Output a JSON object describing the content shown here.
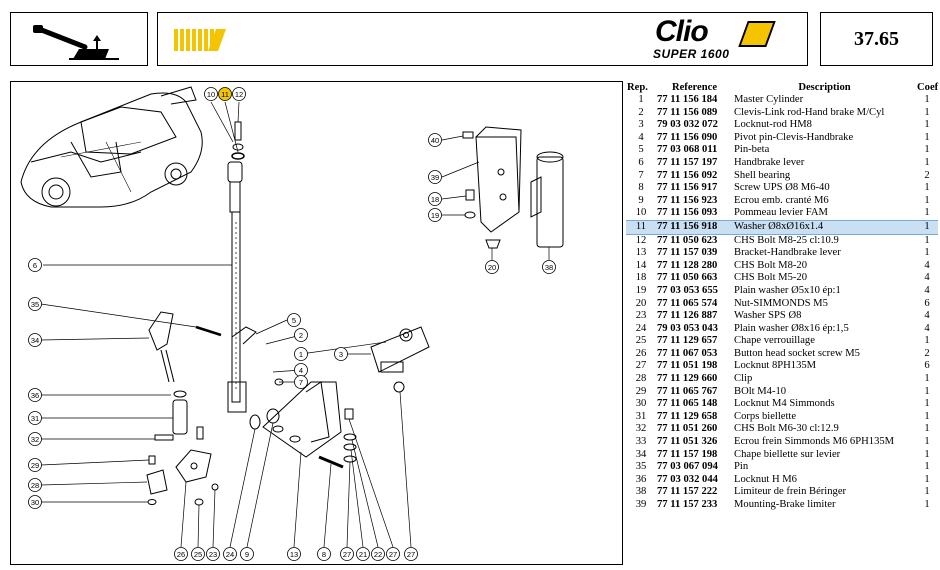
{
  "header": {
    "logo_main": "Clio",
    "logo_sub": "SUPER 1600",
    "page_number": "37.65",
    "accent_color": "#f5c400"
  },
  "diagram": {
    "callouts": [
      "10",
      "11",
      "12",
      "40",
      "39",
      "18",
      "19",
      "20",
      "38",
      "6",
      "5",
      "2",
      "1",
      "3",
      "4",
      "7",
      "35",
      "34",
      "36",
      "31",
      "32",
      "29",
      "28",
      "30",
      "26",
      "25",
      "23",
      "24",
      "9",
      "13",
      "8",
      "27",
      "21",
      "22"
    ],
    "highlighted": "11"
  },
  "parts": {
    "columns": {
      "rep": "Rep.",
      "reference": "Reference",
      "description": "Description",
      "coef": "Coef"
    },
    "rows": [
      {
        "rep": "1",
        "ref": "77 11 156 184",
        "desc": "Master Cylinder",
        "coef": "1"
      },
      {
        "rep": "2",
        "ref": "77 11 156 089",
        "desc": "Clevis-Link rod-Hand brake M/Cyl",
        "coef": "1"
      },
      {
        "rep": "3",
        "ref": "79 03 032 072",
        "desc": "Locknut-rod HM8",
        "coef": "1"
      },
      {
        "rep": "4",
        "ref": "77 11 156 090",
        "desc": "Pivot pin-Clevis-Handbrake",
        "coef": "1"
      },
      {
        "rep": "5",
        "ref": "77 03 068 011",
        "desc": "Pin-beta",
        "coef": "1"
      },
      {
        "rep": "6",
        "ref": "77 11 157 197",
        "desc": "Handbrake lever",
        "coef": "1"
      },
      {
        "rep": "7",
        "ref": "77 11 156 092",
        "desc": "Shell bearing",
        "coef": "2"
      },
      {
        "rep": "8",
        "ref": "77 11 156 917",
        "desc": "Screw UPS Ø8 M6-40",
        "coef": "1"
      },
      {
        "rep": "9",
        "ref": "77 11 156 923",
        "desc": "Ecrou emb. cranté M6",
        "coef": "1"
      },
      {
        "rep": "10",
        "ref": "77 11 156 093",
        "desc": "Pommeau levier FAM",
        "coef": "1"
      },
      {
        "rep": "11",
        "ref": "77 11 156 918",
        "desc": "Washer Ø8xØ16x1.4",
        "coef": "1"
      },
      {
        "rep": "12",
        "ref": "77 11 050 623",
        "desc": "CHS Bolt M8-25 cl:10.9",
        "coef": "1"
      },
      {
        "rep": "13",
        "ref": "77 11 157 039",
        "desc": "Bracket-Handbrake lever",
        "coef": "1"
      },
      {
        "rep": "14",
        "ref": "77 11 128 280",
        "desc": "CHS Bolt M8-20",
        "coef": "4"
      },
      {
        "rep": "18",
        "ref": "77 11 050 663",
        "desc": "CHS Bolt M5-20",
        "coef": "4"
      },
      {
        "rep": "19",
        "ref": "77 03 053 655",
        "desc": "Plain washer Ø5x10 ép:1",
        "coef": "4"
      },
      {
        "rep": "20",
        "ref": "77 11 065 574",
        "desc": "Nut-SIMMONDS M5",
        "coef": "6"
      },
      {
        "rep": "23",
        "ref": "77 11 126 887",
        "desc": "Washer SPS Ø8",
        "coef": "4"
      },
      {
        "rep": "24",
        "ref": "79 03 053 043",
        "desc": "Plain washer Ø8x16 ép:1,5",
        "coef": "4"
      },
      {
        "rep": "25",
        "ref": "77 11 129 657",
        "desc": "Chape verrouillage",
        "coef": "1"
      },
      {
        "rep": "26",
        "ref": "77 11 067 053",
        "desc": "Button head socket screw M5",
        "coef": "2"
      },
      {
        "rep": "27",
        "ref": "77 11 051 198",
        "desc": "Locknut 8PH135M",
        "coef": "6"
      },
      {
        "rep": "28",
        "ref": "77 11 129 660",
        "desc": "Clip",
        "coef": "1"
      },
      {
        "rep": "29",
        "ref": "77 11 065 767",
        "desc": "BOlt M4-10",
        "coef": "1"
      },
      {
        "rep": "30",
        "ref": "77 11 065 148",
        "desc": "Locknut M4 Simmonds",
        "coef": "1"
      },
      {
        "rep": "31",
        "ref": "77 11 129 658",
        "desc": "Corps biellette",
        "coef": "1"
      },
      {
        "rep": "32",
        "ref": "77 11 051 260",
        "desc": "CHS Bolt M6-30 cl:12.9",
        "coef": "1"
      },
      {
        "rep": "33",
        "ref": "77 11 051 326",
        "desc": "Ecrou frein Simmonds M6 6PH135M",
        "coef": "1"
      },
      {
        "rep": "34",
        "ref": "77 11 157 198",
        "desc": "Chape biellette sur levier",
        "coef": "1"
      },
      {
        "rep": "35",
        "ref": "77 03 067 094",
        "desc": "Pin",
        "coef": "1"
      },
      {
        "rep": "36",
        "ref": "77 03 032 044",
        "desc": "Locknut H M6",
        "coef": "1"
      },
      {
        "rep": "38",
        "ref": "77 11 157 222",
        "desc": "Limiteur de frein Béringer",
        "coef": "1"
      },
      {
        "rep": "39",
        "ref": "77 11 157 233",
        "desc": "Mounting-Brake limiter",
        "coef": "1"
      }
    ]
  }
}
